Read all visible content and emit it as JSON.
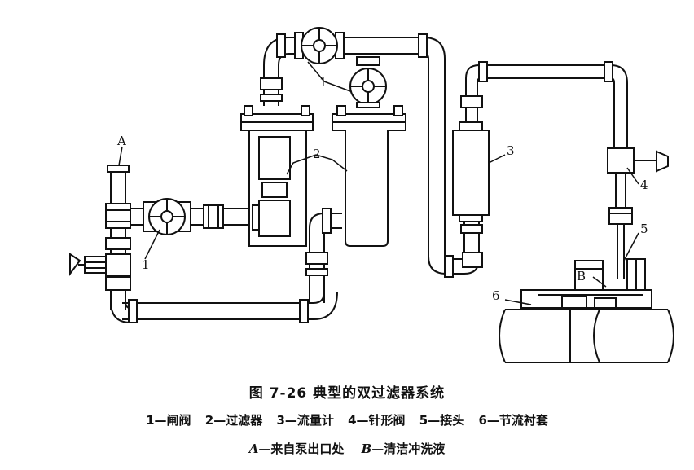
{
  "figure": {
    "title": "图 7-26   典型的双过滤器系统",
    "labels": {
      "A": "A",
      "B": "B",
      "n1_left": "1",
      "n1_top": "1",
      "n2": "2",
      "n3": "3",
      "n4": "4",
      "n5": "5",
      "n6": "6"
    },
    "legend": [
      "1—闸阀",
      "2—过滤器",
      "3—流量计",
      "4—针形阀",
      "5—接头",
      "6—节流衬套"
    ],
    "notes": {
      "a_key": "A",
      "a_text": "—来自泵出口处",
      "b_key": "B",
      "b_text": "—清洁冲洗液"
    }
  }
}
